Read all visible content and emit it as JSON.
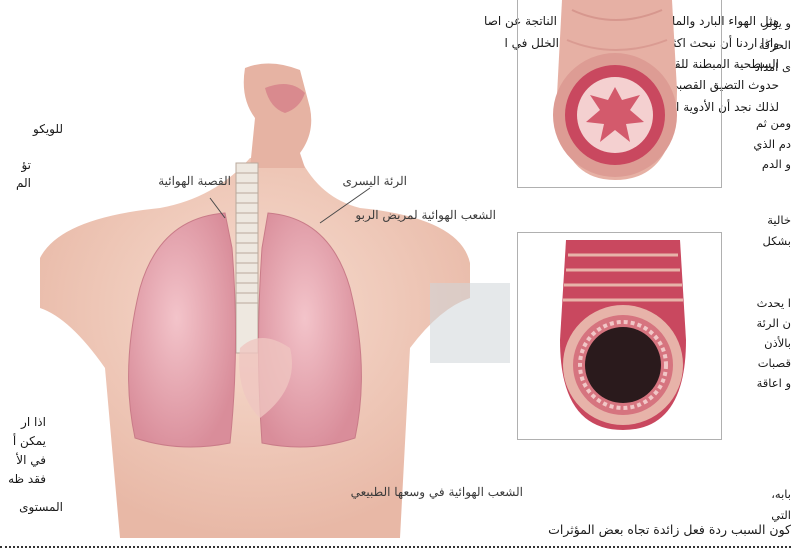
{
  "left_column": {
    "lines": [
      "مثل الهواء البارد والملوثات، أو إلى الالتهابات الناتجة عن اصا",
      "واذا اردنا أن نبحث اكثر عن كيفية حدوث هذا  الخلل في ا",
      "السطحية المبطنة للقصبات وتسبب سلس",
      "حدوث التضيق القصبي المذكور.",
      "لذلك نجد أن الأدوية التي تعالج الر",
      "للويكو",
      "تؤ",
      "الم"
    ],
    "bottom_lines": [
      "اذا ار",
      "يمكن أ",
      "في الأ",
      "فقد ظه",
      "المستوى"
    ]
  },
  "right_column": {
    "lines": [
      "و يؤثر",
      "الحركة",
      "ى امداد",
      "ومن ثم",
      "دم الذي",
      "و الدم",
      "خالية",
      "بشكل",
      "ا يحدث",
      "ن الرئة",
      "بالأذن",
      "قصبات",
      "و اعاقة",
      "بابه،",
      "التي"
    ]
  },
  "bottom_line": "كون السبب ردة فعل زائدة تجاه بعض المؤثرات",
  "figure_labels": {
    "trachea": "القصبة الهوائية",
    "left_lung": "الرئة اليسرى",
    "asthma_bronchi": "الشعب الهوائية لمريض الربو",
    "normal_bronchi": "الشعب الهوائية في وسعها الطبيعي"
  },
  "colors": {
    "skin": "#f2cfc0",
    "lung": "#e9a9b4",
    "airway_wall": "#c9485f",
    "airway_outer": "#e7b3a9"
  }
}
